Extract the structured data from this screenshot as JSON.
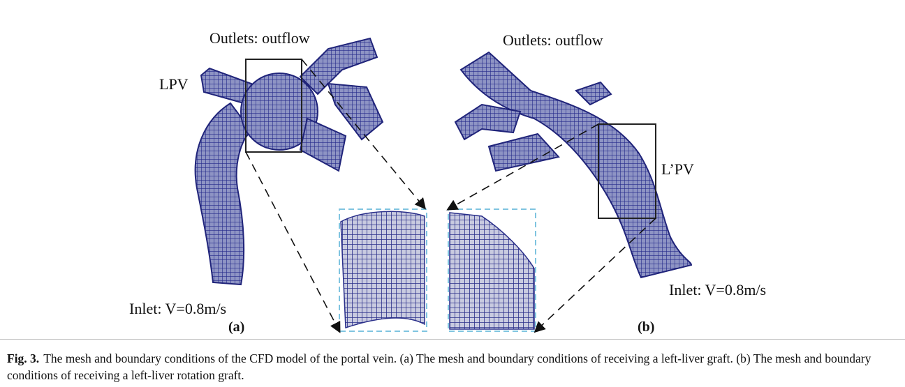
{
  "labels": {
    "outlets_a": "Outlets: outflow",
    "lpv": "LPV",
    "inlet_a": "Inlet: V=0.8m/s",
    "panel_a": "(a)",
    "outlets_b": "Outlets: outflow",
    "lpv_b": "L’PV",
    "inlet_b": "Inlet: V=0.8m/s",
    "panel_b": "(b)"
  },
  "caption": {
    "fig_number": "Fig. 3.",
    "text": "The mesh and boundary conditions of the CFD model of the portal vein. (a) The mesh and boundary conditions of receiving a left-liver graft. (b) The mesh and boundary conditions of receiving a left-liver rotation graft."
  },
  "colors": {
    "mesh": "#2a2f8a",
    "mesh_fill": "#9aa0c8",
    "zoom_border": "#7fc4e0",
    "box": "#222222"
  }
}
